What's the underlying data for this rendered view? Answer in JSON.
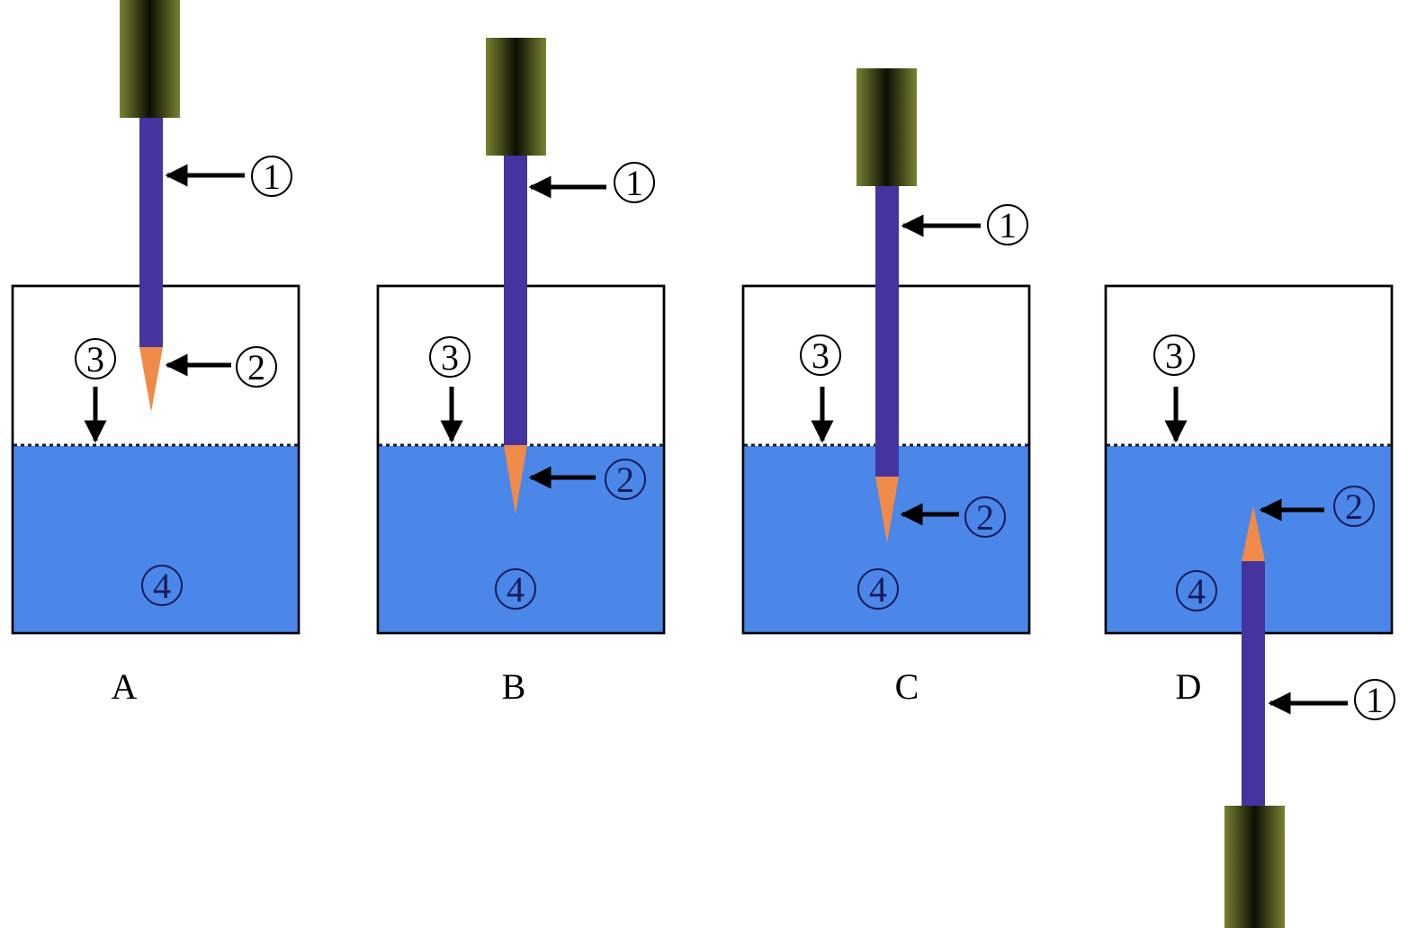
{
  "panels": [
    {
      "label": "A",
      "markers": {
        "m1": "1",
        "m2": "2",
        "m3": "3",
        "m4": "4"
      }
    },
    {
      "label": "B",
      "markers": {
        "m1": "1",
        "m2": "2",
        "m3": "3",
        "m4": "4"
      }
    },
    {
      "label": "C",
      "markers": {
        "m1": "1",
        "m2": "2",
        "m3": "3",
        "m4": "4"
      }
    },
    {
      "label": "D",
      "markers": {
        "m1": "1",
        "m2": "2",
        "m3": "3",
        "m4": "4"
      }
    }
  ],
  "colors": {
    "liquid": "#4a87e8",
    "fiber": "#4533a0",
    "tip": "#f08a48",
    "holder_dark": "#0d0f02",
    "holder_light": "#7a8232",
    "surface_line": "#1a1a3a"
  }
}
